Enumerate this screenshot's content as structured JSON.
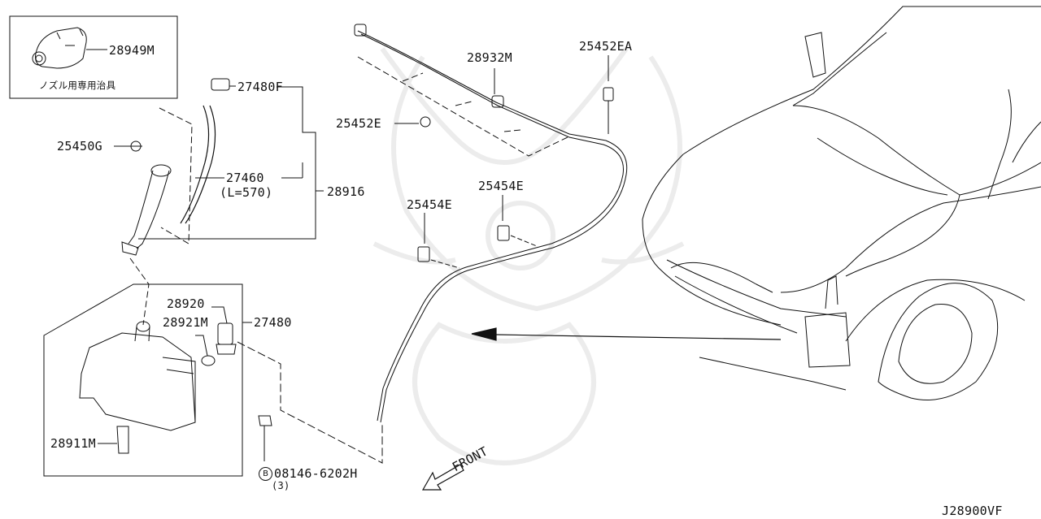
{
  "labels": {
    "p28949m": "28949M",
    "nozzle_tool": "ノズル用専用治具",
    "p27480f": "27480F",
    "p25450g": "25450G",
    "p27460": "27460",
    "len570": "(L=570)",
    "p28916": "28916",
    "p28932m": "28932M",
    "p25452ea": "25452EA",
    "p25452e": "25452E",
    "p25454e_left": "25454E",
    "p25454e_right": "25454E",
    "p28920": "28920",
    "p28921m": "28921M",
    "p27480": "27480",
    "p28911m": "28911M",
    "bolt_badge": "B",
    "p08146": "08146-6202H",
    "qty3": "(3)",
    "front": "FRONT",
    "diagram_id": "J28900VF"
  },
  "colors": {
    "line": "#111111",
    "watermark": "#ebebeb"
  }
}
